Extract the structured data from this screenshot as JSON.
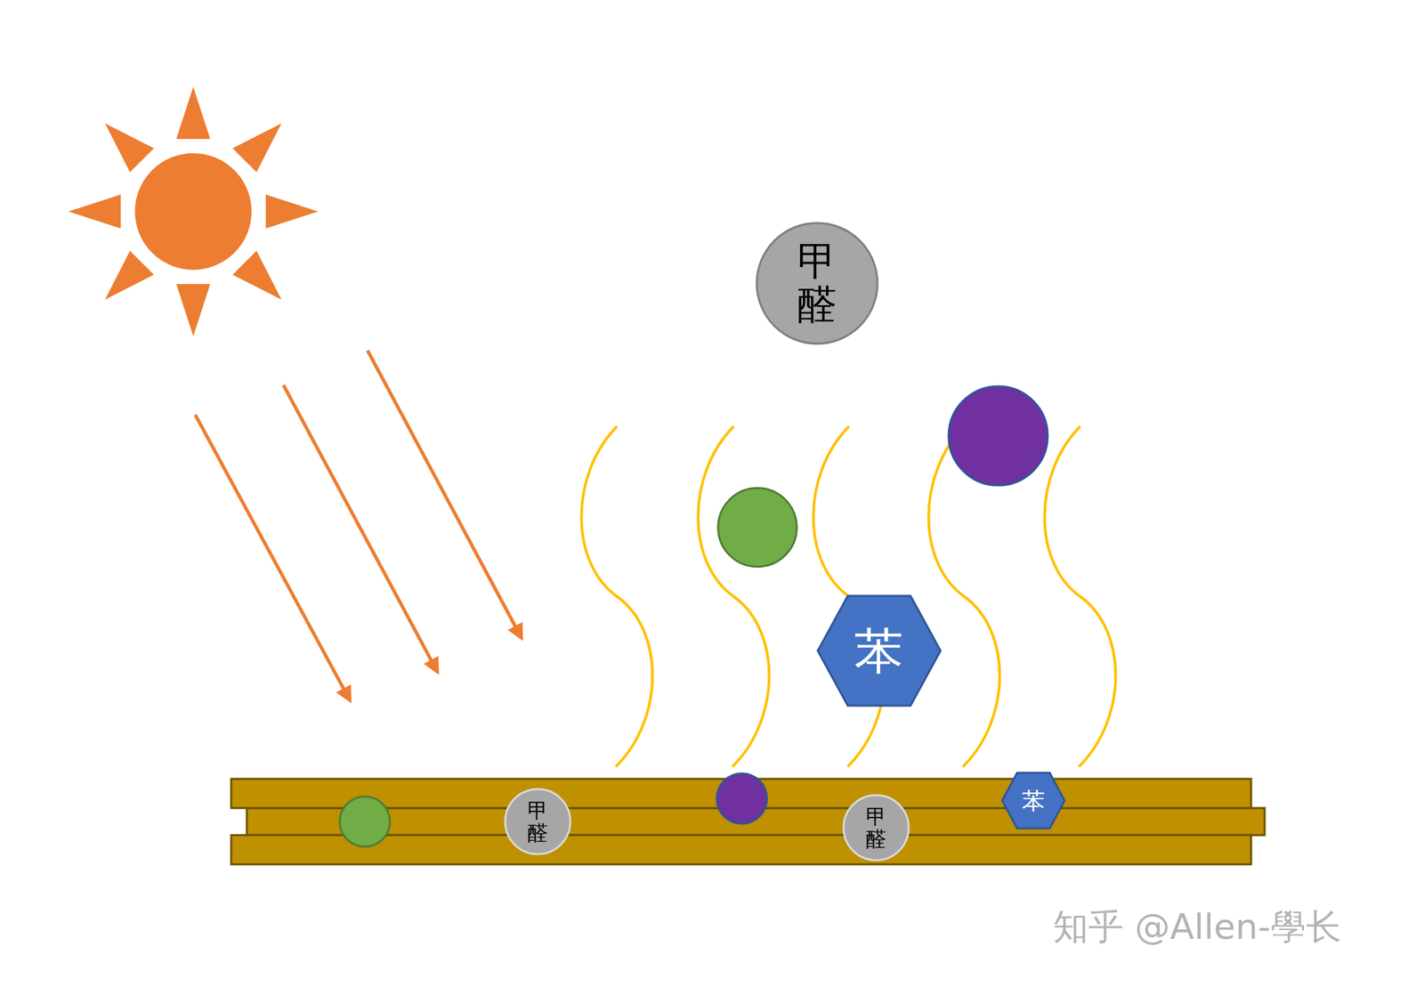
{
  "diagram": {
    "nodes": [
      {
        "text": [
          "甲醛"
        ]
      },
      {
        "text": [
          "苯"
        ]
      },
      {
        "text": [
          "甲醛"
        ]
      },
      {
        "text": [
          "甲醛"
        ]
      },
      {
        "text": [
          "苯"
        ]
      }
    ],
    "labels": [
      "知乎 @Allen-學长"
    ]
  }
}
